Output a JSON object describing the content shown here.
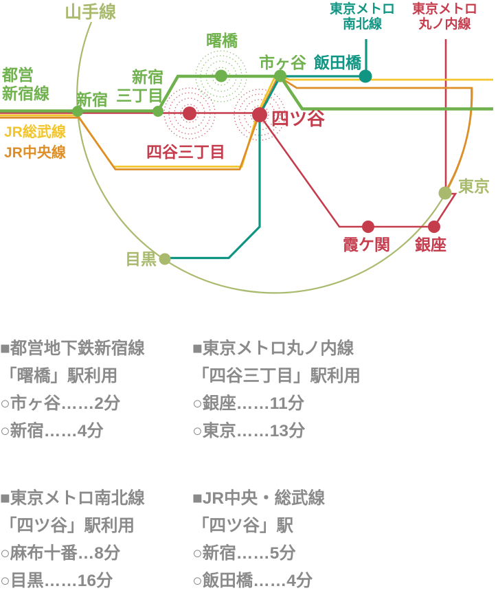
{
  "map": {
    "colors": {
      "green": "#6fb14c",
      "olive": "#a9ba6e",
      "yellow": "#f2c52c",
      "orange": "#de8e26",
      "teal": "#0f9582",
      "red": "#c53c4d"
    },
    "line_labels": {
      "yamanote": "山手線",
      "toei1": "都営",
      "toei2": "新宿線",
      "sobu": "JR総武線",
      "chuo": "JR中央線",
      "namboku1": "東京メトロ",
      "namboku2": "南北線",
      "marunouchi1": "東京メトロ",
      "marunouchi2": "丸ノ内線"
    },
    "stations": {
      "shinjuku": "新宿",
      "sanchome1": "新宿",
      "sanchome2": "三丁目",
      "akebonobashi": "曙橋",
      "ichigaya": "市ヶ谷",
      "iidabashi": "飯田橋",
      "yotsuya": "四ツ谷",
      "yotsuya_sanchome": "四谷三丁目",
      "meguro": "目黒",
      "tokyo": "東京",
      "kasumigaseki": "霞ケ関",
      "ginza": "銀座"
    }
  },
  "legend": {
    "text_color": "#8a8a8a",
    "blocks": [
      {
        "line": "■都営地下鉄新宿線",
        "station": "「曙橋」駅利用",
        "routes": [
          "○市ヶ谷……2分",
          "○新宿……4分"
        ]
      },
      {
        "line": "■東京メトロ丸ノ内線",
        "station": "「四谷三丁目」駅利用",
        "routes": [
          "○銀座……11分",
          "○東京……13分"
        ]
      },
      {
        "line": "■東京メトロ南北線",
        "station": "「四ツ谷」駅利用",
        "routes": [
          "○麻布十番…8分",
          "○目黒……16分"
        ]
      },
      {
        "line": "■JR中央・総武線",
        "station": "「四ツ谷」駅",
        "routes": [
          "○新宿……5分",
          "○飯田橋……4分"
        ]
      }
    ]
  }
}
